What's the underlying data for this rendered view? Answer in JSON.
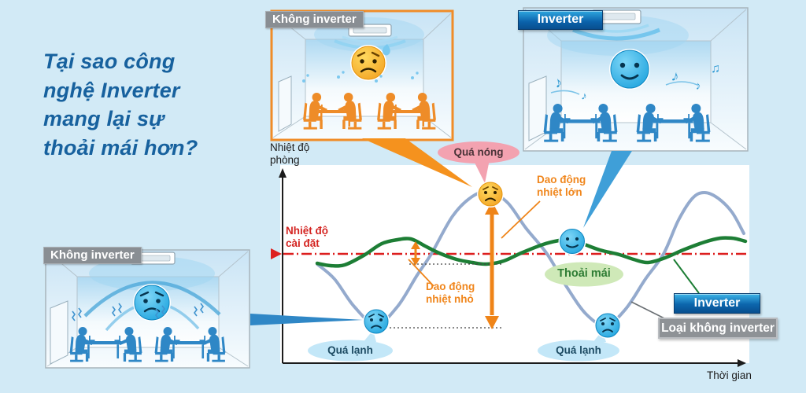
{
  "title": {
    "text": "Tại sao công\nnghệ Inverter\nmang lại sự\nthoải mái hơn?"
  },
  "rooms": {
    "top_no_inverter": {
      "label": "Không inverter"
    },
    "top_inverter": {
      "label": "Inverter"
    },
    "bottom_no_inverter": {
      "label": "Không inverter"
    }
  },
  "chart": {
    "y_axis_label": "Nhiệt độ\nphòng",
    "x_axis_label": "Thời gian",
    "set_temp_label": "Nhiệt độ\ncài đặt",
    "too_hot": "Quá nóng",
    "too_cold_1": "Quá lạnh",
    "too_cold_2": "Quá lạnh",
    "comfortable": "Thoải mái",
    "large_fluct": "Dao động\nnhiệt lớn",
    "small_fluct": "Dao động\nnhiệt nhỏ",
    "legend_inverter": "Inverter",
    "legend_non_inverter": "Loại không inverter"
  },
  "icons": {
    "music_note": "♪",
    "music_note_double": "♫"
  },
  "colors": {
    "background": "#d2eaf6",
    "heading": "#17619e",
    "orange_accent": "#f08c28",
    "blue_people": "#2f87c6",
    "set_temp_red": "#dd1f1f",
    "non_inverter_curve": "#94aacd",
    "inverter_curve": "#1d7e35",
    "hot_bubble": "#f3a2b0",
    "cold_bubble": "#c3e7f8",
    "comfort_bubble": "#cfe9b8"
  },
  "chart_data": {
    "type": "line",
    "description": "Conceptual chart: room temperature vs time. Non-inverter AC swings far above (Quá nóng) and below (Quá lạnh) the set temperature; inverter AC oscillates only slightly around it (Thoải mái).",
    "xlabel": "Thời gian",
    "ylabel": "Nhiệt độ phòng",
    "axes_numeric": false,
    "units": "canvas-px",
    "series": [
      {
        "name": "Loại không inverter",
        "color": "#94aacd",
        "points": [
          [
            403,
            336
          ],
          [
            425,
            355
          ],
          [
            450,
            390
          ],
          [
            478,
            413
          ],
          [
            505,
            390
          ],
          [
            530,
            350
          ],
          [
            548,
            323
          ],
          [
            575,
            275
          ],
          [
            600,
            250
          ],
          [
            622,
            244
          ],
          [
            645,
            258
          ],
          [
            668,
            290
          ],
          [
            695,
            323
          ],
          [
            720,
            365
          ],
          [
            745,
            400
          ],
          [
            770,
            414
          ],
          [
            795,
            393
          ],
          [
            820,
            355
          ],
          [
            843,
            323
          ],
          [
            862,
            280
          ],
          [
            880,
            252
          ],
          [
            895,
            245
          ],
          [
            912,
            252
          ],
          [
            930,
            270
          ],
          [
            945,
            297
          ]
        ]
      },
      {
        "name": "Inverter",
        "color": "#1d7e35",
        "points": [
          [
            403,
            335
          ],
          [
            420,
            338
          ],
          [
            438,
            337
          ],
          [
            462,
            325
          ],
          [
            485,
            310
          ],
          [
            505,
            305
          ],
          [
            522,
            304
          ],
          [
            540,
            313
          ],
          [
            558,
            322
          ],
          [
            580,
            330
          ],
          [
            600,
            334
          ],
          [
            618,
            336
          ],
          [
            640,
            332
          ],
          [
            662,
            322
          ],
          [
            690,
            311
          ],
          [
            710,
            306
          ],
          [
            723,
            305
          ],
          [
            740,
            310
          ],
          [
            762,
            318
          ],
          [
            787,
            324
          ],
          [
            805,
            330
          ],
          [
            823,
            334
          ],
          [
            845,
            328
          ],
          [
            868,
            318
          ],
          [
            895,
            308
          ],
          [
            915,
            303
          ],
          [
            930,
            303
          ],
          [
            940,
            305
          ],
          [
            947,
            307
          ]
        ]
      },
      {
        "name": "Nhiệt độ cài đặt",
        "color": "#dd1f1f",
        "const_y": 323,
        "x_range": [
          360,
          948
        ],
        "style": "dash-dot"
      }
    ],
    "annotations": [
      "Quá nóng",
      "Quá lạnh",
      "Quá lạnh",
      "Thoải mái",
      "Dao động nhiệt lớn",
      "Dao động nhiệt nhỏ"
    ]
  }
}
